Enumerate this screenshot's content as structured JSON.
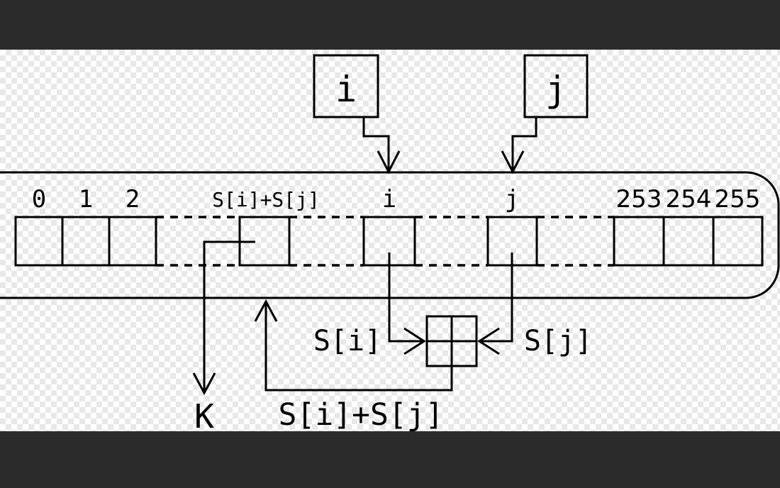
{
  "diagram": {
    "pointer_boxes": {
      "i": "i",
      "j": "j"
    },
    "array_cells": [
      {
        "label": "0"
      },
      {
        "label": "1"
      },
      {
        "label": "2"
      },
      {
        "label": "S[i]+S[j]",
        "highlighted": true
      },
      {
        "label": "i"
      },
      {
        "label": "j"
      },
      {
        "label": "253"
      },
      {
        "label": "254"
      },
      {
        "label": "255"
      }
    ],
    "combiner_inputs": {
      "left": "S[i]",
      "right": "S[j]"
    },
    "feedback_label": "S[i]+S[j]",
    "output_label": "K",
    "colors": {
      "letterbox_bar": "#2b2b2b",
      "checker_gray": "#e8e8e8",
      "array_fill": "#cfeaf6",
      "pointer_box_fill": "#d7eef8",
      "cell_fill": "#ffffff",
      "highlight_fill": "#ffa405",
      "line": "#000000"
    }
  }
}
